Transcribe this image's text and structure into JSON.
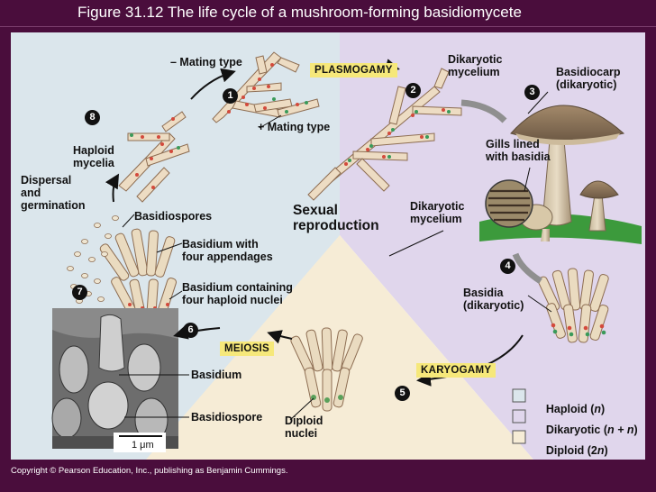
{
  "title": "Figure 31.12  The life cycle of a mushroom-forming basidiomycete",
  "copyright": "Copyright © Pearson Education, Inc., publishing as Benjamin Cummings.",
  "steps": [
    "1",
    "2",
    "3",
    "4",
    "5",
    "6",
    "7",
    "8"
  ],
  "stages": {
    "plasmogamy": "PLASMOGAMY",
    "karyogamy": "KARYOGAMY",
    "meiosis": "MEIOSIS"
  },
  "center_label": "Sexual\nreproduction",
  "labels": {
    "minus_mating": "– Mating type",
    "plus_mating": "+ Mating type",
    "dikaryotic_mycelium_top": "Dikaryotic\nmycelium",
    "basidiocarp": "Basidiocarp\n(dikaryotic)",
    "gills": "Gills lined\nwith basidia",
    "dikaryotic_mycelium_mid": "Dikaryotic\nmycelium",
    "basidia_dikaryotic": "Basidia\n(dikaryotic)",
    "diploid_nuclei": "Diploid\nnuclei",
    "haploid_mycelia": "Haploid\nmycelia",
    "dispersal": "Dispersal\nand\ngermination",
    "basidiospores": "Basidiospores",
    "basidium_four": "Basidium with\nfour appendages",
    "basidium_containing": "Basidium containing\nfour haploid nuclei",
    "basidium": "Basidium",
    "basidiospore": "Basidiospore",
    "scale": "1 μm"
  },
  "key": [
    {
      "label": "Haploid (",
      "italic": "n",
      "suffix": ")",
      "color": "#dbe6ec"
    },
    {
      "label": "Dikaryotic (",
      "italic": "n + n",
      "suffix": ")",
      "color": "#e0d6ec"
    },
    {
      "label": "Diploid (2",
      "italic": "n",
      "suffix": ")",
      "color": "#f6ecd6"
    }
  ],
  "colors": {
    "haploid": "#dbe6ec",
    "dikaryotic": "#e0d6ec",
    "diploid": "#f6ecd6",
    "tag": "#f6e87a",
    "frame": "#4a0d3c"
  }
}
